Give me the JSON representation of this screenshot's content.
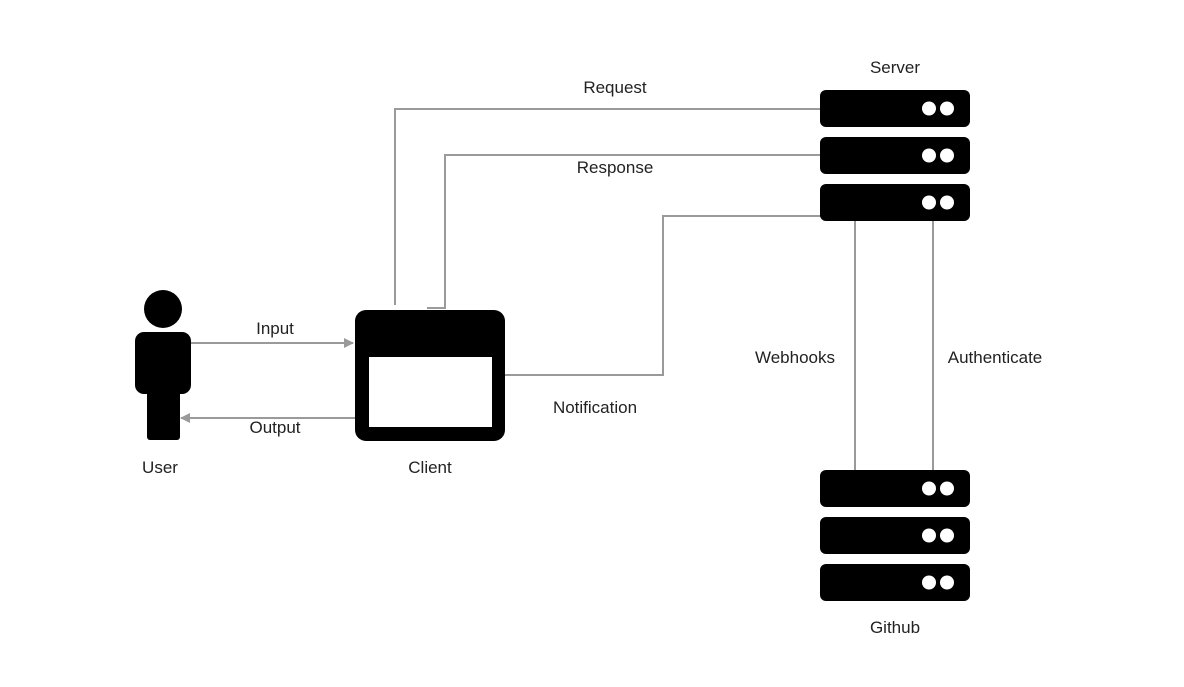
{
  "nodes": {
    "user": {
      "label": "User",
      "icon": "person-icon"
    },
    "client": {
      "label": "Client",
      "icon": "browser-window-icon"
    },
    "server": {
      "label": "Server",
      "icon": "server-rack-icon"
    },
    "github": {
      "label": "Github",
      "icon": "server-rack-icon"
    }
  },
  "edges": {
    "input": {
      "label": "Input",
      "from": "User",
      "to": "Client"
    },
    "output": {
      "label": "Output",
      "from": "Client",
      "to": "User"
    },
    "request": {
      "label": "Request",
      "from": "Client",
      "to": "Server"
    },
    "response": {
      "label": "Response",
      "from": "Server",
      "to": "Client"
    },
    "notification": {
      "label": "Notification",
      "from": "Server",
      "to": "Client"
    },
    "webhooks": {
      "label": "Webhooks",
      "from": "Github",
      "to": "Server"
    },
    "authenticate": {
      "label": "Authenticate",
      "from": "Server",
      "to": "Github"
    }
  },
  "colors": {
    "icon": "#000000",
    "connector": "#9a9a9a",
    "label": "#222222",
    "background": "#ffffff"
  }
}
